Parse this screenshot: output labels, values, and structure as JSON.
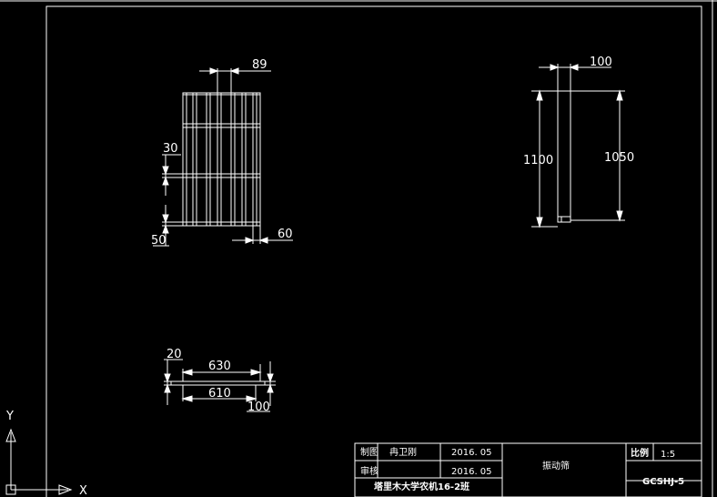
{
  "dimensions": {
    "d89": "89",
    "d30": "30",
    "d50": "50",
    "d60": "60",
    "d100_top": "100",
    "d1100": "1100",
    "d1050": "1050",
    "d20": "20",
    "d630": "630",
    "d610": "610",
    "d100_bottom": "100"
  },
  "ucs": {
    "x_label": "X",
    "y_label": "Y"
  },
  "title_block": {
    "drawn_label": "制图",
    "drawn_name": "冉卫刚",
    "drawn_date": "2016. 05",
    "checked_label": "审核",
    "checked_date": "2016. 05",
    "part_name": "振动筛",
    "scale_label": "比例",
    "scale_value": "1:5",
    "school": "塔里木大学农机16-2班",
    "drawing_no": "GCSHJ-5"
  },
  "colors": {
    "background": "#000000",
    "line": "#ffffff"
  }
}
